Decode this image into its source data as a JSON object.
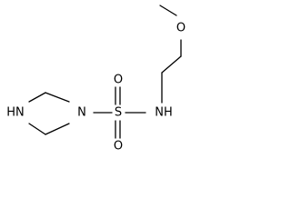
{
  "molecule": {
    "atoms": {
      "nh_ring": "HN",
      "n_ring": "N",
      "sulfur": "S",
      "oxygen_top": "O",
      "oxygen_bottom": "O",
      "nh_amide": "NH",
      "oxygen_methoxy": "O"
    }
  }
}
